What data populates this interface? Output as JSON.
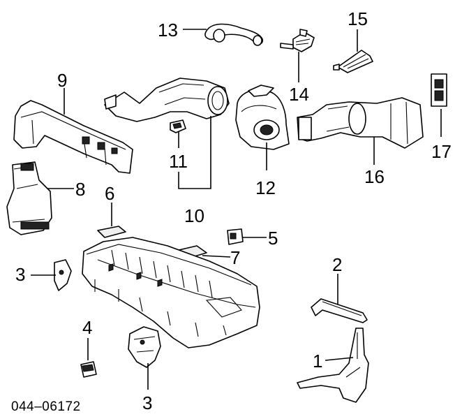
{
  "diagram": {
    "drawing_code": "044–06172",
    "callouts": {
      "c1": "1",
      "c2": "2",
      "c3_left": "3",
      "c3_bottom": "3",
      "c4": "4",
      "c5": "5",
      "c6": "6",
      "c7": "7",
      "c8": "8",
      "c9": "9",
      "c10": "10",
      "c11": "11",
      "c12": "12",
      "c13": "13",
      "c14": "14",
      "c15": "15",
      "c16": "16",
      "c17": "17"
    }
  }
}
